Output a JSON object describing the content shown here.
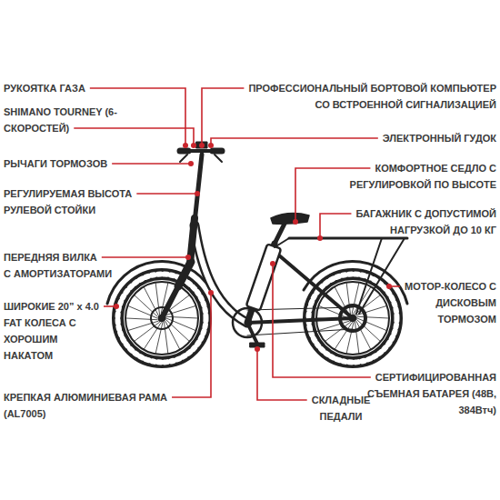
{
  "diagram": {
    "labels": [
      "РУКОЯТКА ГАЗА",
      "ПРОФЕССИОНАЛЬНЫЙ БОРТОВОЙ КОМПЬЮТЕР СО ВСТРОЕННОЙ СИГНАЛИЗАЦИЕЙ",
      "SHIMANO TOURNEY (6-СКОРОСТЕЙ)",
      "ЭЛЕКТРОННЫЙ ГУДОК",
      "РЫЧАГИ ТОРМОЗОВ",
      "КОМФОРТНОЕ СЕДЛО С РЕГУЛИРОВКОЙ ПО ВЫСОТЕ",
      "РЕГУЛИРУЕМАЯ ВЫСОТА РУЛЕВОЙ СТОЙКИ",
      "БАГАЖНИК С ДОПУСТИМОЙ НАГРУЗКОЙ ДО 10 КГ",
      "ПЕРЕДНЯЯ ВИЛКА С АМОРТИЗАТОРАМИ",
      "МОТОР-КОЛЕСО С ДИСКОВЫМ ТОРМОЗОМ",
      "ШИРОКИЕ 20” x 4.0 FAT КОЛЕСА С ХОРОШИМ НАКАТОМ",
      "СЕРТИФИЦИРОВАННАЯ СЪЕМНАЯ БАТАРЕЯ (48В, 384Втч)",
      "КРЕПКАЯ АЛЮМИНИЕВАЯ РАМА (AL7005)",
      "СКЛАДНЫЕ ПЕДАЛИ"
    ]
  }
}
